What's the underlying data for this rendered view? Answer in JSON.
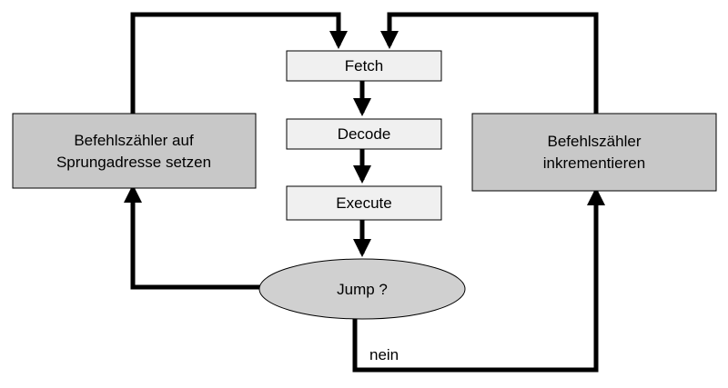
{
  "diagram": {
    "nodes": {
      "fetch": "Fetch",
      "decode": "Decode",
      "execute": "Execute",
      "jump": "Jump ?",
      "set_pc_line1": "Befehlszähler auf",
      "set_pc_line2": "Sprungadresse setzen",
      "inc_pc_line1": "Befehlszähler",
      "inc_pc_line2": "inkrementieren"
    },
    "edge_labels": {
      "no": "nein"
    },
    "colors": {
      "step_box": "#f0f0f0",
      "side_box": "#c8c8c8",
      "decision": "#d0d0d0",
      "line": "#000000"
    }
  }
}
